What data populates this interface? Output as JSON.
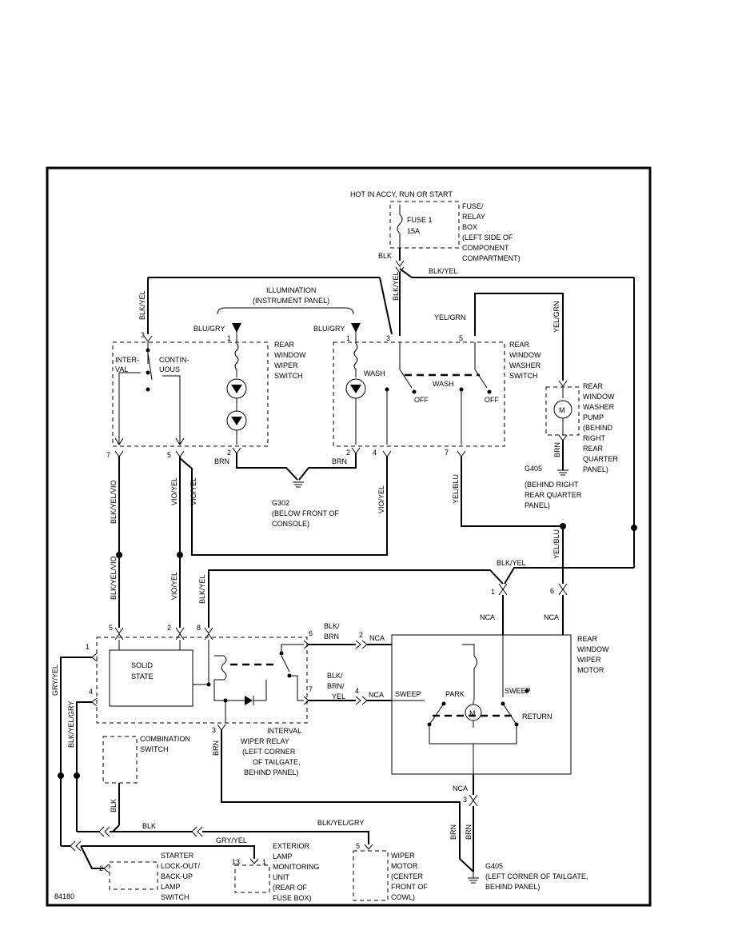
{
  "power": {
    "source": "HOT IN ACCY, RUN OR START"
  },
  "fuse": {
    "name": "FUSE 1",
    "rating": "15A"
  },
  "fuse_box": {
    "lines": [
      "FUSE/",
      "RELAY",
      "BOX",
      "(LEFT SIDE OF",
      "COMPONENT",
      "COMPARTMENT)"
    ]
  },
  "illumination": {
    "line1": "ILLUMINATION",
    "line2": "(INSTRUMENT PANEL)"
  },
  "wiper_switch": {
    "lines": [
      "REAR",
      "WINDOW",
      "WIPER",
      "SWITCH"
    ],
    "interval": [
      "INTER-",
      "VAL"
    ],
    "continuous": [
      "CONTIN-",
      "UOUS"
    ]
  },
  "washer_switch": {
    "lines": [
      "REAR",
      "WINDOW",
      "WASHER",
      "SWITCH"
    ],
    "wash": "WASH",
    "off": "OFF"
  },
  "washer_pump": {
    "lines": [
      "REAR",
      "WINDOW",
      "WASHER",
      "PUMP",
      "(BEHIND",
      "RIGHT",
      "REAR",
      "QUARTER",
      "PANEL)"
    ],
    "motor_symbol": "M"
  },
  "ground_g405_upper": {
    "name": "G405",
    "lines": [
      "(BEHIND RIGHT",
      "REAR QUARTER",
      "PANEL)"
    ]
  },
  "ground_g302": {
    "name": "G302",
    "lines": [
      "(BELOW FRONT OF",
      "CONSOLE)"
    ]
  },
  "relay": {
    "solid_state": [
      "SOLID",
      "STATE"
    ],
    "lines": [
      "INTERVAL",
      "WIPER RELAY",
      "(LEFT CORNER",
      "OF TAILGATE,",
      "BEHIND PANEL)"
    ]
  },
  "rear_motor": {
    "lines": [
      "REAR",
      "WINDOW",
      "WIPER",
      "MOTOR"
    ],
    "sweep": "SWEEP",
    "park": "PARK",
    "return": "RETURN",
    "motor_symbol": "M"
  },
  "combination_switch": {
    "lines": [
      "COMBINATION",
      "SWITCH"
    ]
  },
  "starter_switch": {
    "lines": [
      "STARTER",
      "LOCK-OUT/",
      "BACK-UP",
      "LAMP",
      "SWITCH"
    ]
  },
  "lamp_unit": {
    "lines": [
      "EXTERIOR",
      "LAMP",
      "MONITORING",
      "UNIT",
      "(REAR OF",
      "FUSE BOX)"
    ]
  },
  "front_wiper_motor": {
    "lines": [
      "WIPER",
      "MOTOR",
      "(CENTER",
      "FRONT OF",
      "COWL)"
    ]
  },
  "ground_g405_lower": {
    "name": "G405",
    "lines": [
      "(LEFT CORNER OF TAILGATE,",
      "BEHIND PANEL)"
    ]
  },
  "wires": {
    "blk": "BLK",
    "blk_yel": "BLK/YEL",
    "blu_gry": "BLU/GRY",
    "brn": "BRN",
    "yel_grn": "YEL/GRN",
    "yel_blu": "YEL/BLU",
    "vio_yel": "VIO/YEL",
    "blk_yel_vio": "BLK/YEL/VIO",
    "blk_yel_gry": "BLK/YEL/GRY",
    "gry_yel": "GRY/YEL",
    "blk_brn": [
      "BLK/",
      "BRN"
    ],
    "blk_brn_yel": [
      "BLK/",
      "BRN/",
      "YEL"
    ],
    "nca": "NCA",
    "wash": "WASH"
  },
  "pins": {
    "p1": "1",
    "p2": "2",
    "p3": "3",
    "p4": "4",
    "p5": "5",
    "p6": "6",
    "p7": "7",
    "p8": "8",
    "p13": "13"
  },
  "figure_id": "84180"
}
